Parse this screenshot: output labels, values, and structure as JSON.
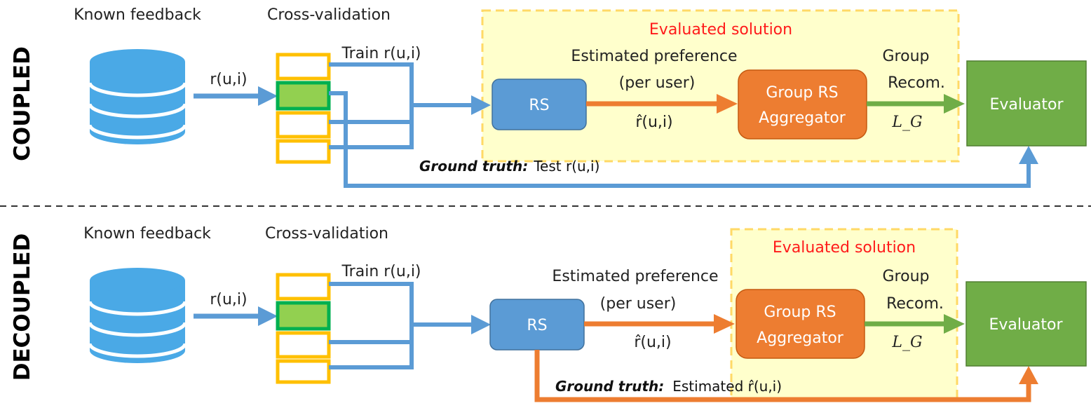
{
  "sections": [
    {
      "title": "COUPLED",
      "known_feedback": "Known feedback",
      "cross_validation": "Cross-validation",
      "input_label": "r(u,i)",
      "train_label": "Train r(u,i)",
      "rs_label": "RS",
      "estimated_pref_line1": "Estimated preference",
      "estimated_pref_line2": "(per user)",
      "rhat_label": "r̂(u,i)",
      "aggregator_line1": "Group RS",
      "aggregator_line2": "Aggregator",
      "group_recom_line1": "Group",
      "group_recom_line2": "Recom.",
      "lg_label": "L_G",
      "evaluator_label": "Evaluator",
      "evaluated_solution": "Evaluated solution",
      "ground_truth_bold": "Ground truth:",
      "ground_truth_rest": "Test r(u,i)"
    },
    {
      "title": "DECOUPLED",
      "known_feedback": "Known feedback",
      "cross_validation": "Cross-validation",
      "input_label": "r(u,i)",
      "train_label": "Train r(u,i)",
      "rs_label": "RS",
      "estimated_pref_line1": "Estimated preference",
      "estimated_pref_line2": "(per user)",
      "rhat_label": "r̂(u,i)",
      "aggregator_line1": "Group RS",
      "aggregator_line2": "Aggregator",
      "group_recom_line1": "Group",
      "group_recom_line2": "Recom.",
      "lg_label": "L_G",
      "evaluator_label": "Evaluator",
      "evaluated_solution": "Evaluated solution",
      "ground_truth_bold": "Ground truth:",
      "ground_truth_rest": "Estimated r̂(u,i)"
    }
  ],
  "colors": {
    "blue_arrow": "#5b9bd5",
    "orange_arrow": "#ed7d31",
    "green_arrow": "#70ad47",
    "fold_border": "#ffc000",
    "selected_fold": "#92d050",
    "selected_fold_border": "#00b050",
    "rs_box": "#5b9bd5",
    "aggregator_box": "#ed7d31",
    "evaluator_box": "#70ad47",
    "solution_bg": "#ffffcc",
    "solution_border": "#ffd966",
    "solution_title": "#ff0000",
    "database": "#4aa9e6"
  }
}
